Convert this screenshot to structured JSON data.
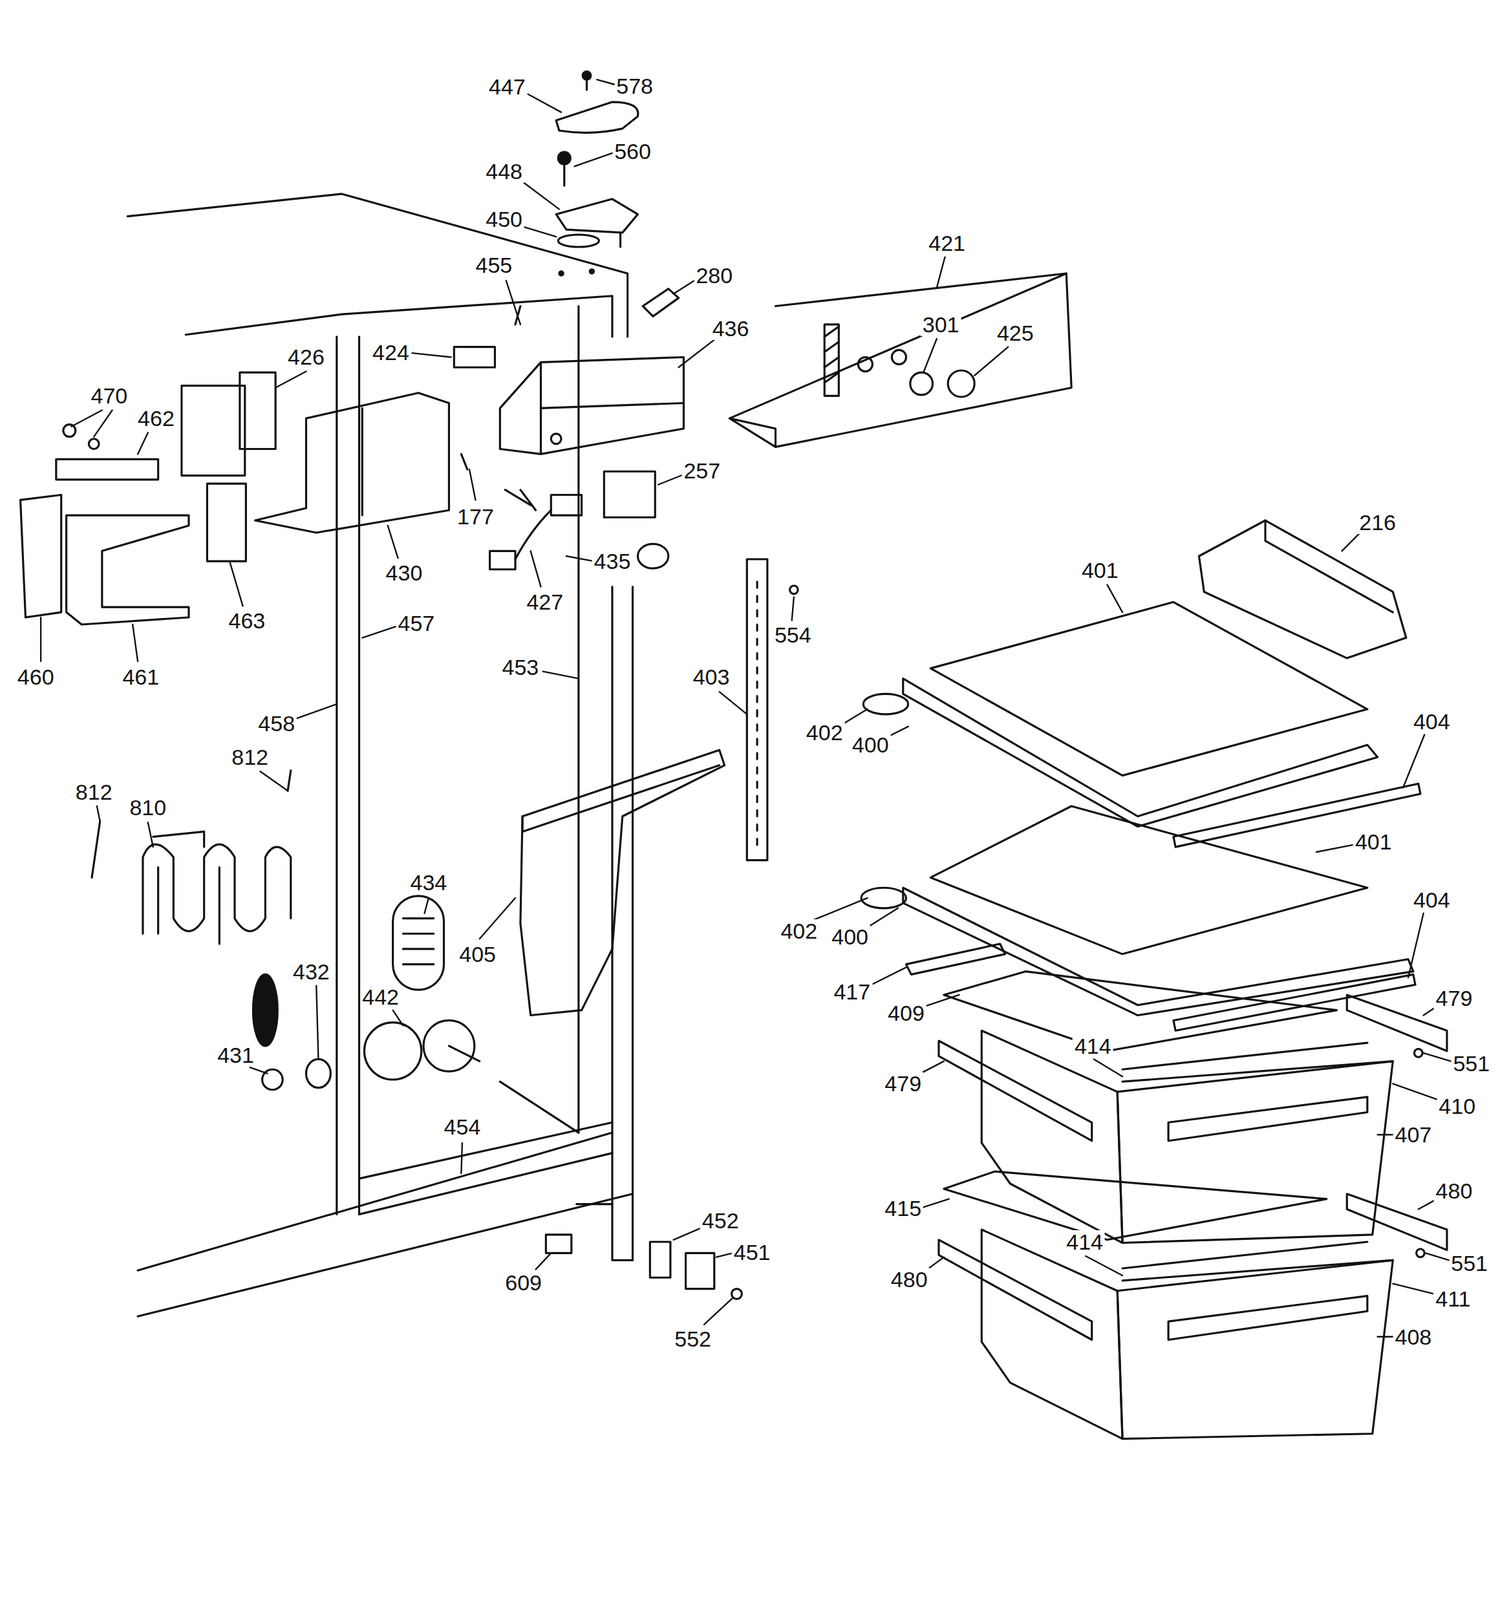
{
  "diagram": {
    "labels": [
      "447",
      "578",
      "560",
      "448",
      "450",
      "421",
      "455",
      "280",
      "301",
      "425",
      "436",
      "424",
      "426",
      "470",
      "462",
      "257",
      "177",
      "216",
      "430",
      "427",
      "435",
      "401",
      "463",
      "457",
      "554",
      "460",
      "461",
      "453",
      "403",
      "458",
      "404",
      "402",
      "400",
      "812",
      "812",
      "810",
      "401",
      "434",
      "404",
      "405",
      "432",
      "402",
      "400",
      "417",
      "479",
      "409",
      "442",
      "414",
      "551",
      "431",
      "479",
      "410",
      "407",
      "454",
      "415",
      "480",
      "452",
      "451",
      "414",
      "551",
      "480",
      "609",
      "411",
      "408",
      "552"
    ]
  }
}
